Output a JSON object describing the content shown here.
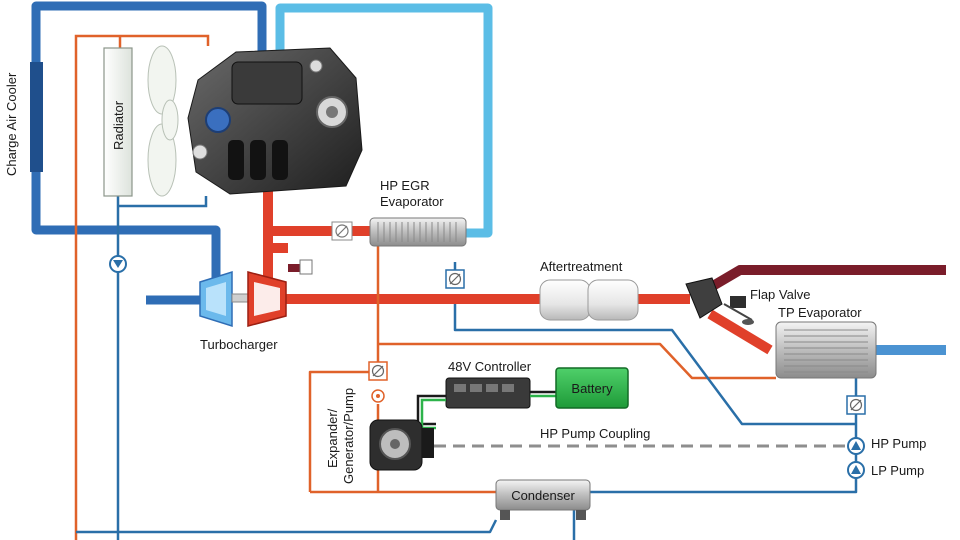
{
  "labels": {
    "charge_air_cooler": "Charge Air Cooler",
    "radiator": "Radiator",
    "hp_egr_evaporator_line1": "HP EGR",
    "hp_egr_evaporator_line2": "Evaporator",
    "aftertreatment": "Aftertreatment",
    "flap_valve": "Flap Valve",
    "tp_evaporator": "TP Evaporator",
    "turbocharger": "Turbocharger",
    "controller_48v": "48V Controller",
    "battery": "Battery",
    "expander_line1": "Expander/",
    "expander_line2": "Generator/Pump",
    "hp_pump_coupling": "HP Pump Coupling",
    "hp_pump": "HP Pump",
    "lp_pump": "LP Pump",
    "condenser": "Condenser"
  },
  "colors": {
    "dark_blue": "#2f6db5",
    "light_blue": "#5bbde6",
    "red": "#e0402a",
    "dark_red": "#7a1d2a",
    "orange": "#e0622a",
    "wf_blue": "#2a6fa8",
    "battery_green": "#2db34a"
  }
}
